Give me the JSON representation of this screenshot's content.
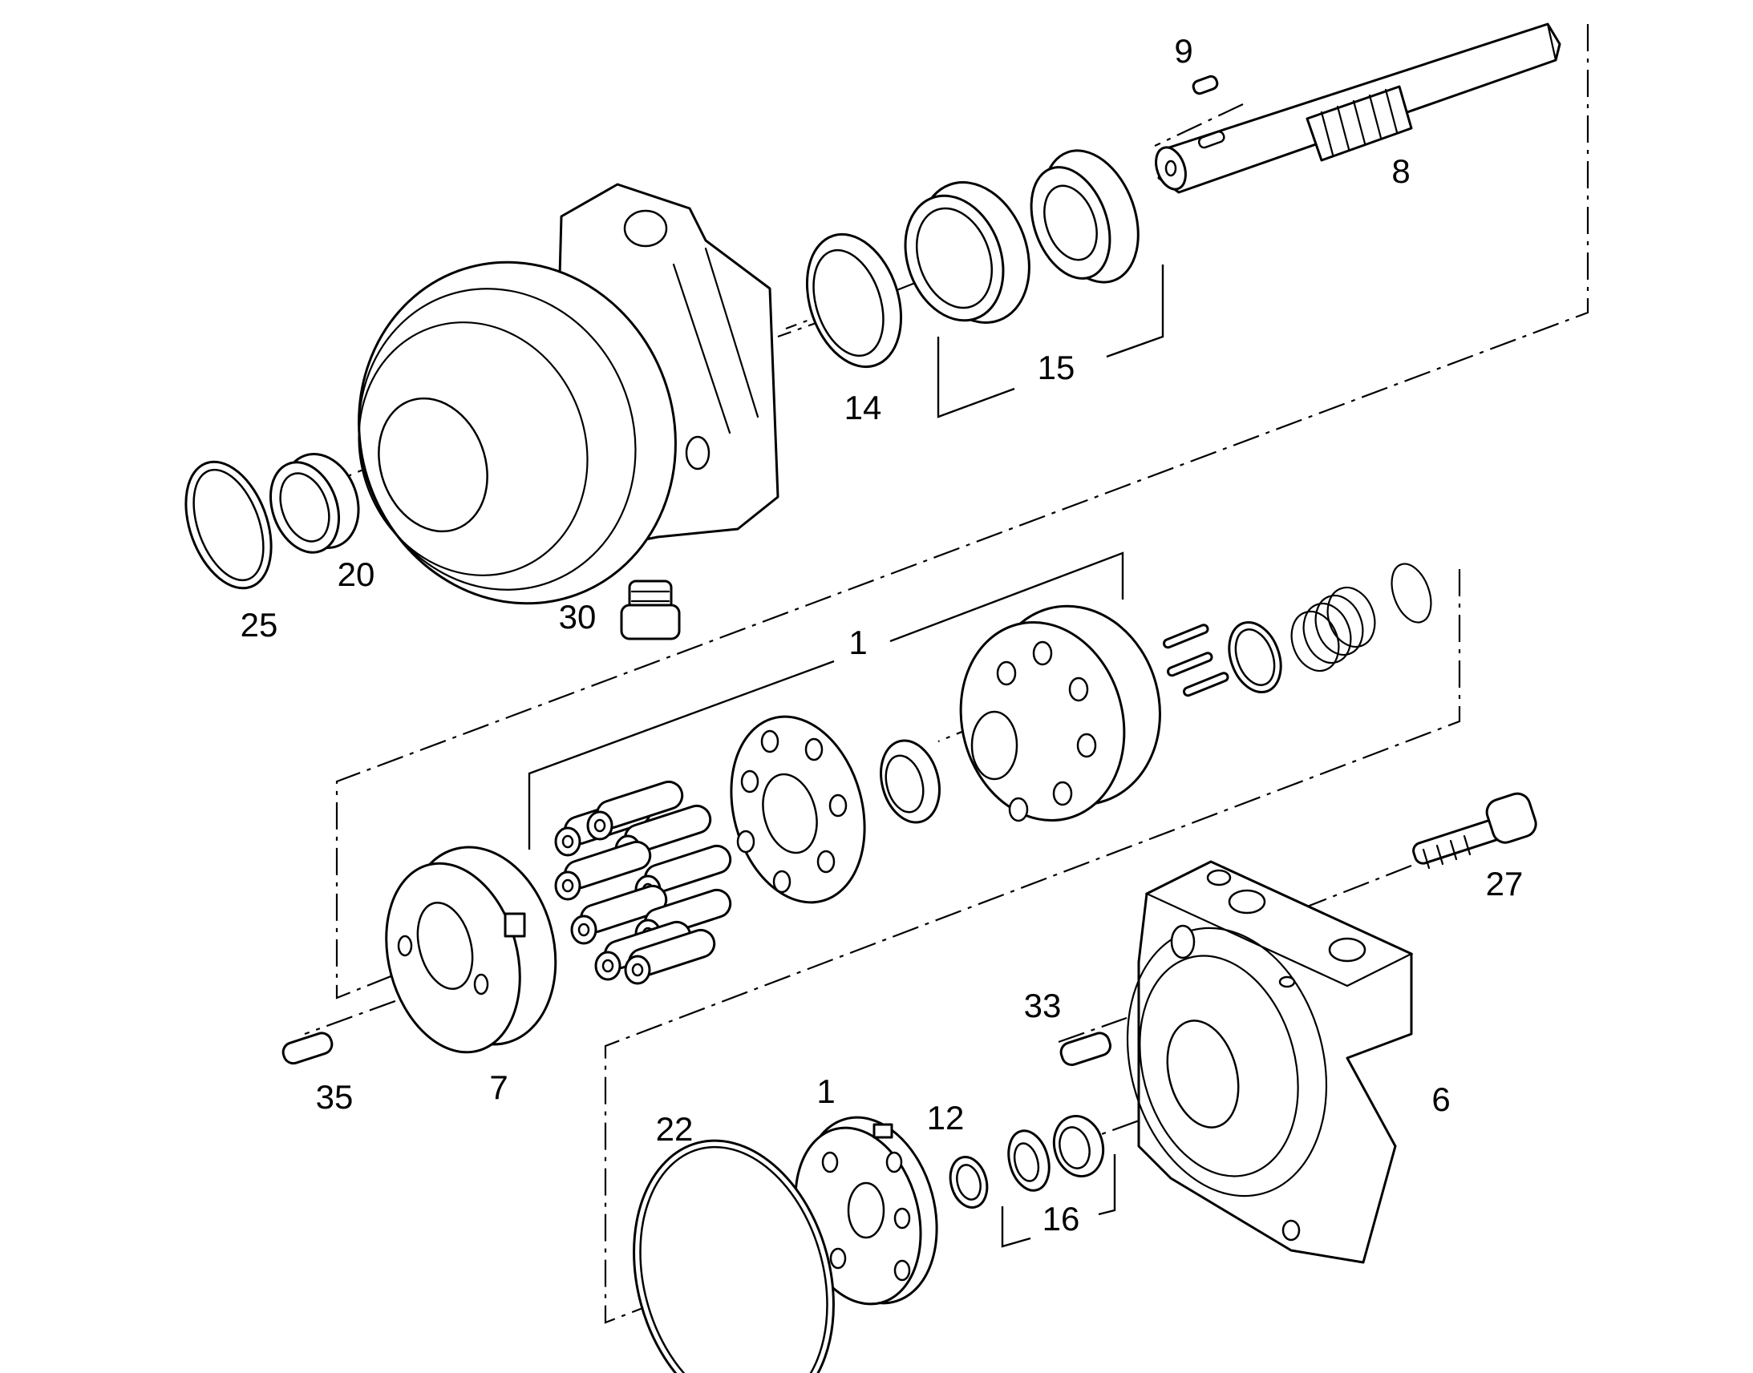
{
  "callouts": {
    "c1_upper": "1",
    "c1_lower": "1",
    "c6": "6",
    "c7": "7",
    "c8": "8",
    "c9": "9",
    "c12": "12",
    "c14": "14",
    "c15": "15",
    "c16": "16",
    "c20": "20",
    "c22": "22",
    "c25": "25",
    "c27": "27",
    "c30": "30",
    "c33": "33",
    "c35": "35"
  },
  "colors": {
    "line": "#000000",
    "background": "#ffffff"
  }
}
